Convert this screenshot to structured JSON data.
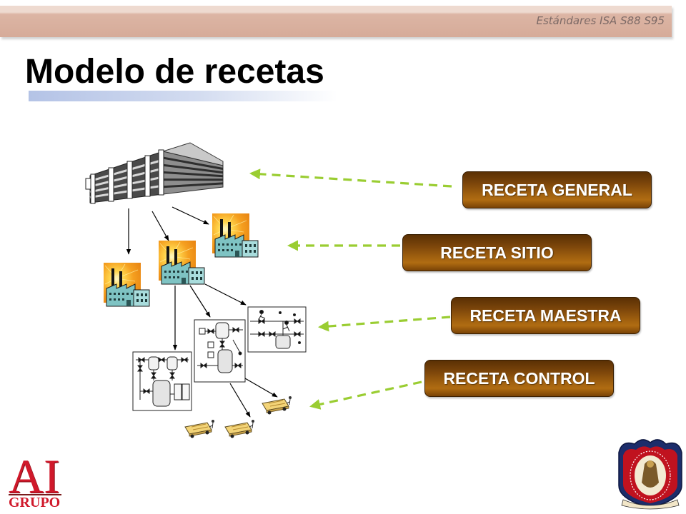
{
  "header": {
    "subtitle": "Estándares ISA S88 S95"
  },
  "title": "Modelo de recetas",
  "recipe_levels": [
    {
      "label": "RECETA GENERAL"
    },
    {
      "label": "RECETA SITIO"
    },
    {
      "label": "RECETA MAESTRA"
    },
    {
      "label": "RECETA CONTROL"
    }
  ],
  "logo": {
    "letters": "AI",
    "word": "GRUPO"
  },
  "icons": [
    "office-building-icon",
    "factory-icon",
    "process-diagram-icon",
    "transport-cart-icon",
    "university-crest-icon"
  ],
  "colors": {
    "header_band": "#dcb5a4",
    "recipe_button": "#8a4e0a",
    "dashed_arrow": "#9acd32",
    "logo_red": "#d0192b"
  }
}
